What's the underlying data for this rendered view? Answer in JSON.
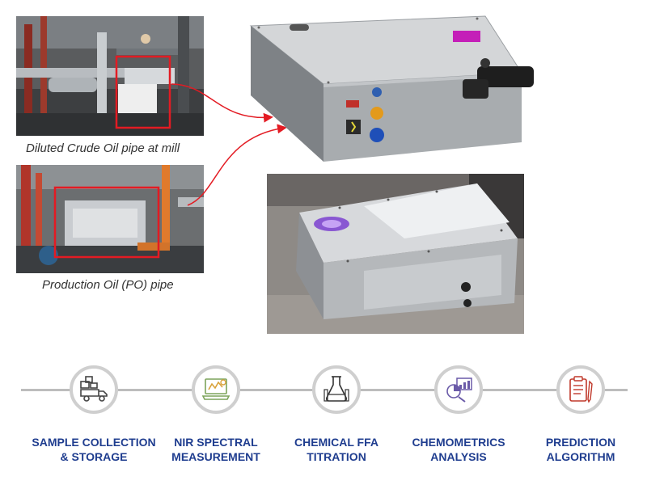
{
  "photos": {
    "crude_caption": "Diluted Crude Oil pipe at mill",
    "po_caption": "Production Oil (PO) pipe"
  },
  "colors": {
    "highlight_box": "#e31b23",
    "arrow": "#e31b23",
    "step_text": "#1f3d8f",
    "timeline": "#bdbdbd"
  },
  "steps": [
    {
      "icon": "delivery-truck-icon",
      "label": "SAMPLE COLLECTION\n& STORAGE"
    },
    {
      "icon": "laptop-spectrum-icon",
      "label": "NIR SPECTRAL\nMEASUREMENT"
    },
    {
      "icon": "lab-glassware-icon",
      "label": "CHEMICAL FFA\nTITRATION"
    },
    {
      "icon": "analytics-chart-icon",
      "label": "CHEMOMETRICS\nANALYSIS"
    },
    {
      "icon": "clipboard-pen-icon",
      "label": "PREDICTION\nALGORITHM"
    }
  ]
}
